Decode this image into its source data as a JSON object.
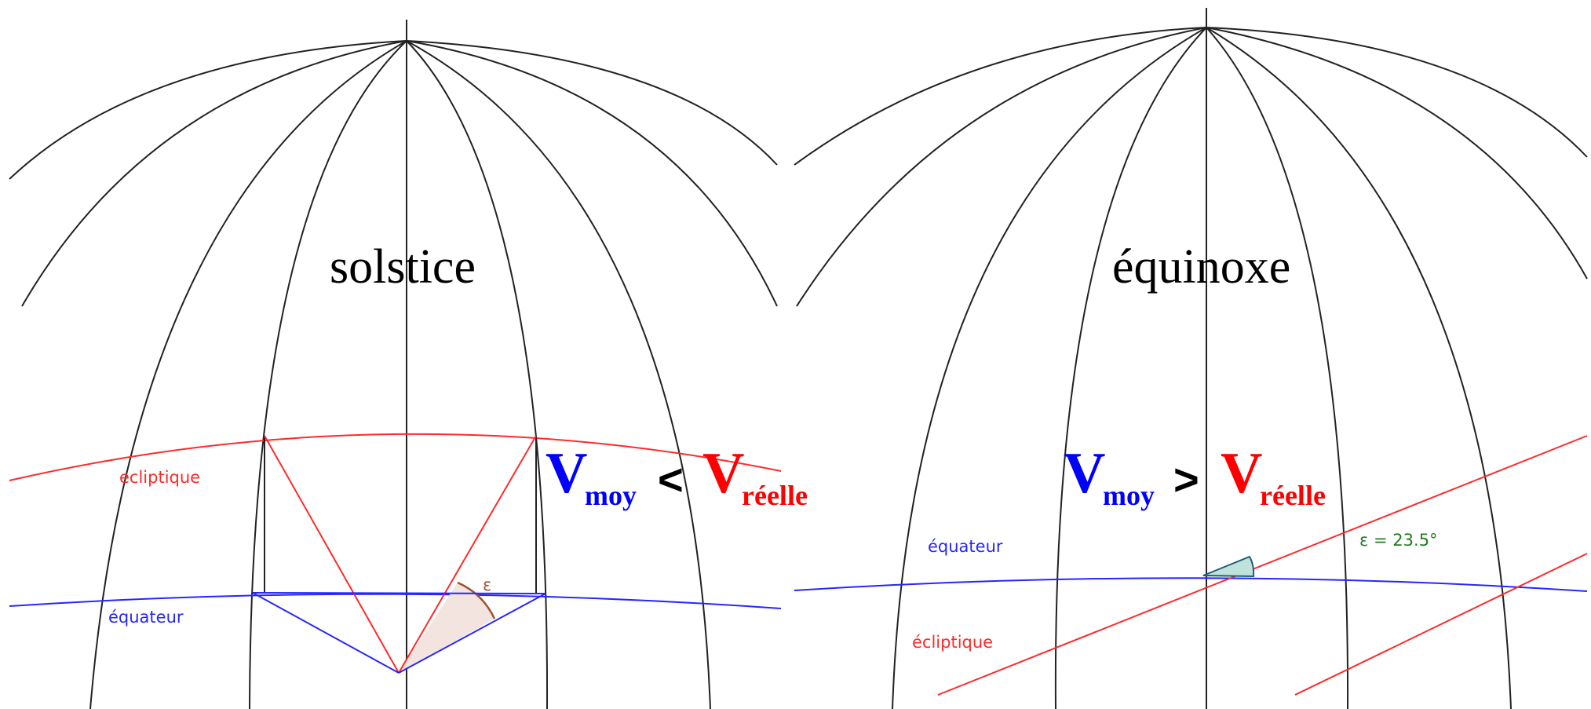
{
  "panels": [
    {
      "title": "solstice",
      "ecliptic_label": "ecliptique",
      "equator_label": "équateur",
      "angle_label": "ε",
      "relation": {
        "left": "V",
        "left_sub": "moy",
        "operator": "<",
        "right": "V",
        "right_sub": "réelle"
      }
    },
    {
      "title": "équinoxe",
      "ecliptic_label": "écliptique",
      "equator_label": "équateur",
      "angle_label": "ε = 23.5°",
      "relation": {
        "left": "V",
        "left_sub": "moy",
        "operator": ">",
        "right": "V",
        "right_sub": "réelle"
      }
    }
  ],
  "colors": {
    "ecliptic": "#ff2a2a",
    "equator": "#2626ff",
    "meridians": "#222222",
    "angle_fill_solstice": "#f3e4df",
    "angle_arc_solstice": "#a0522d",
    "angle_fill_equinox": "#bfe3da",
    "angle_label_equinox": "#1e7d1e"
  }
}
